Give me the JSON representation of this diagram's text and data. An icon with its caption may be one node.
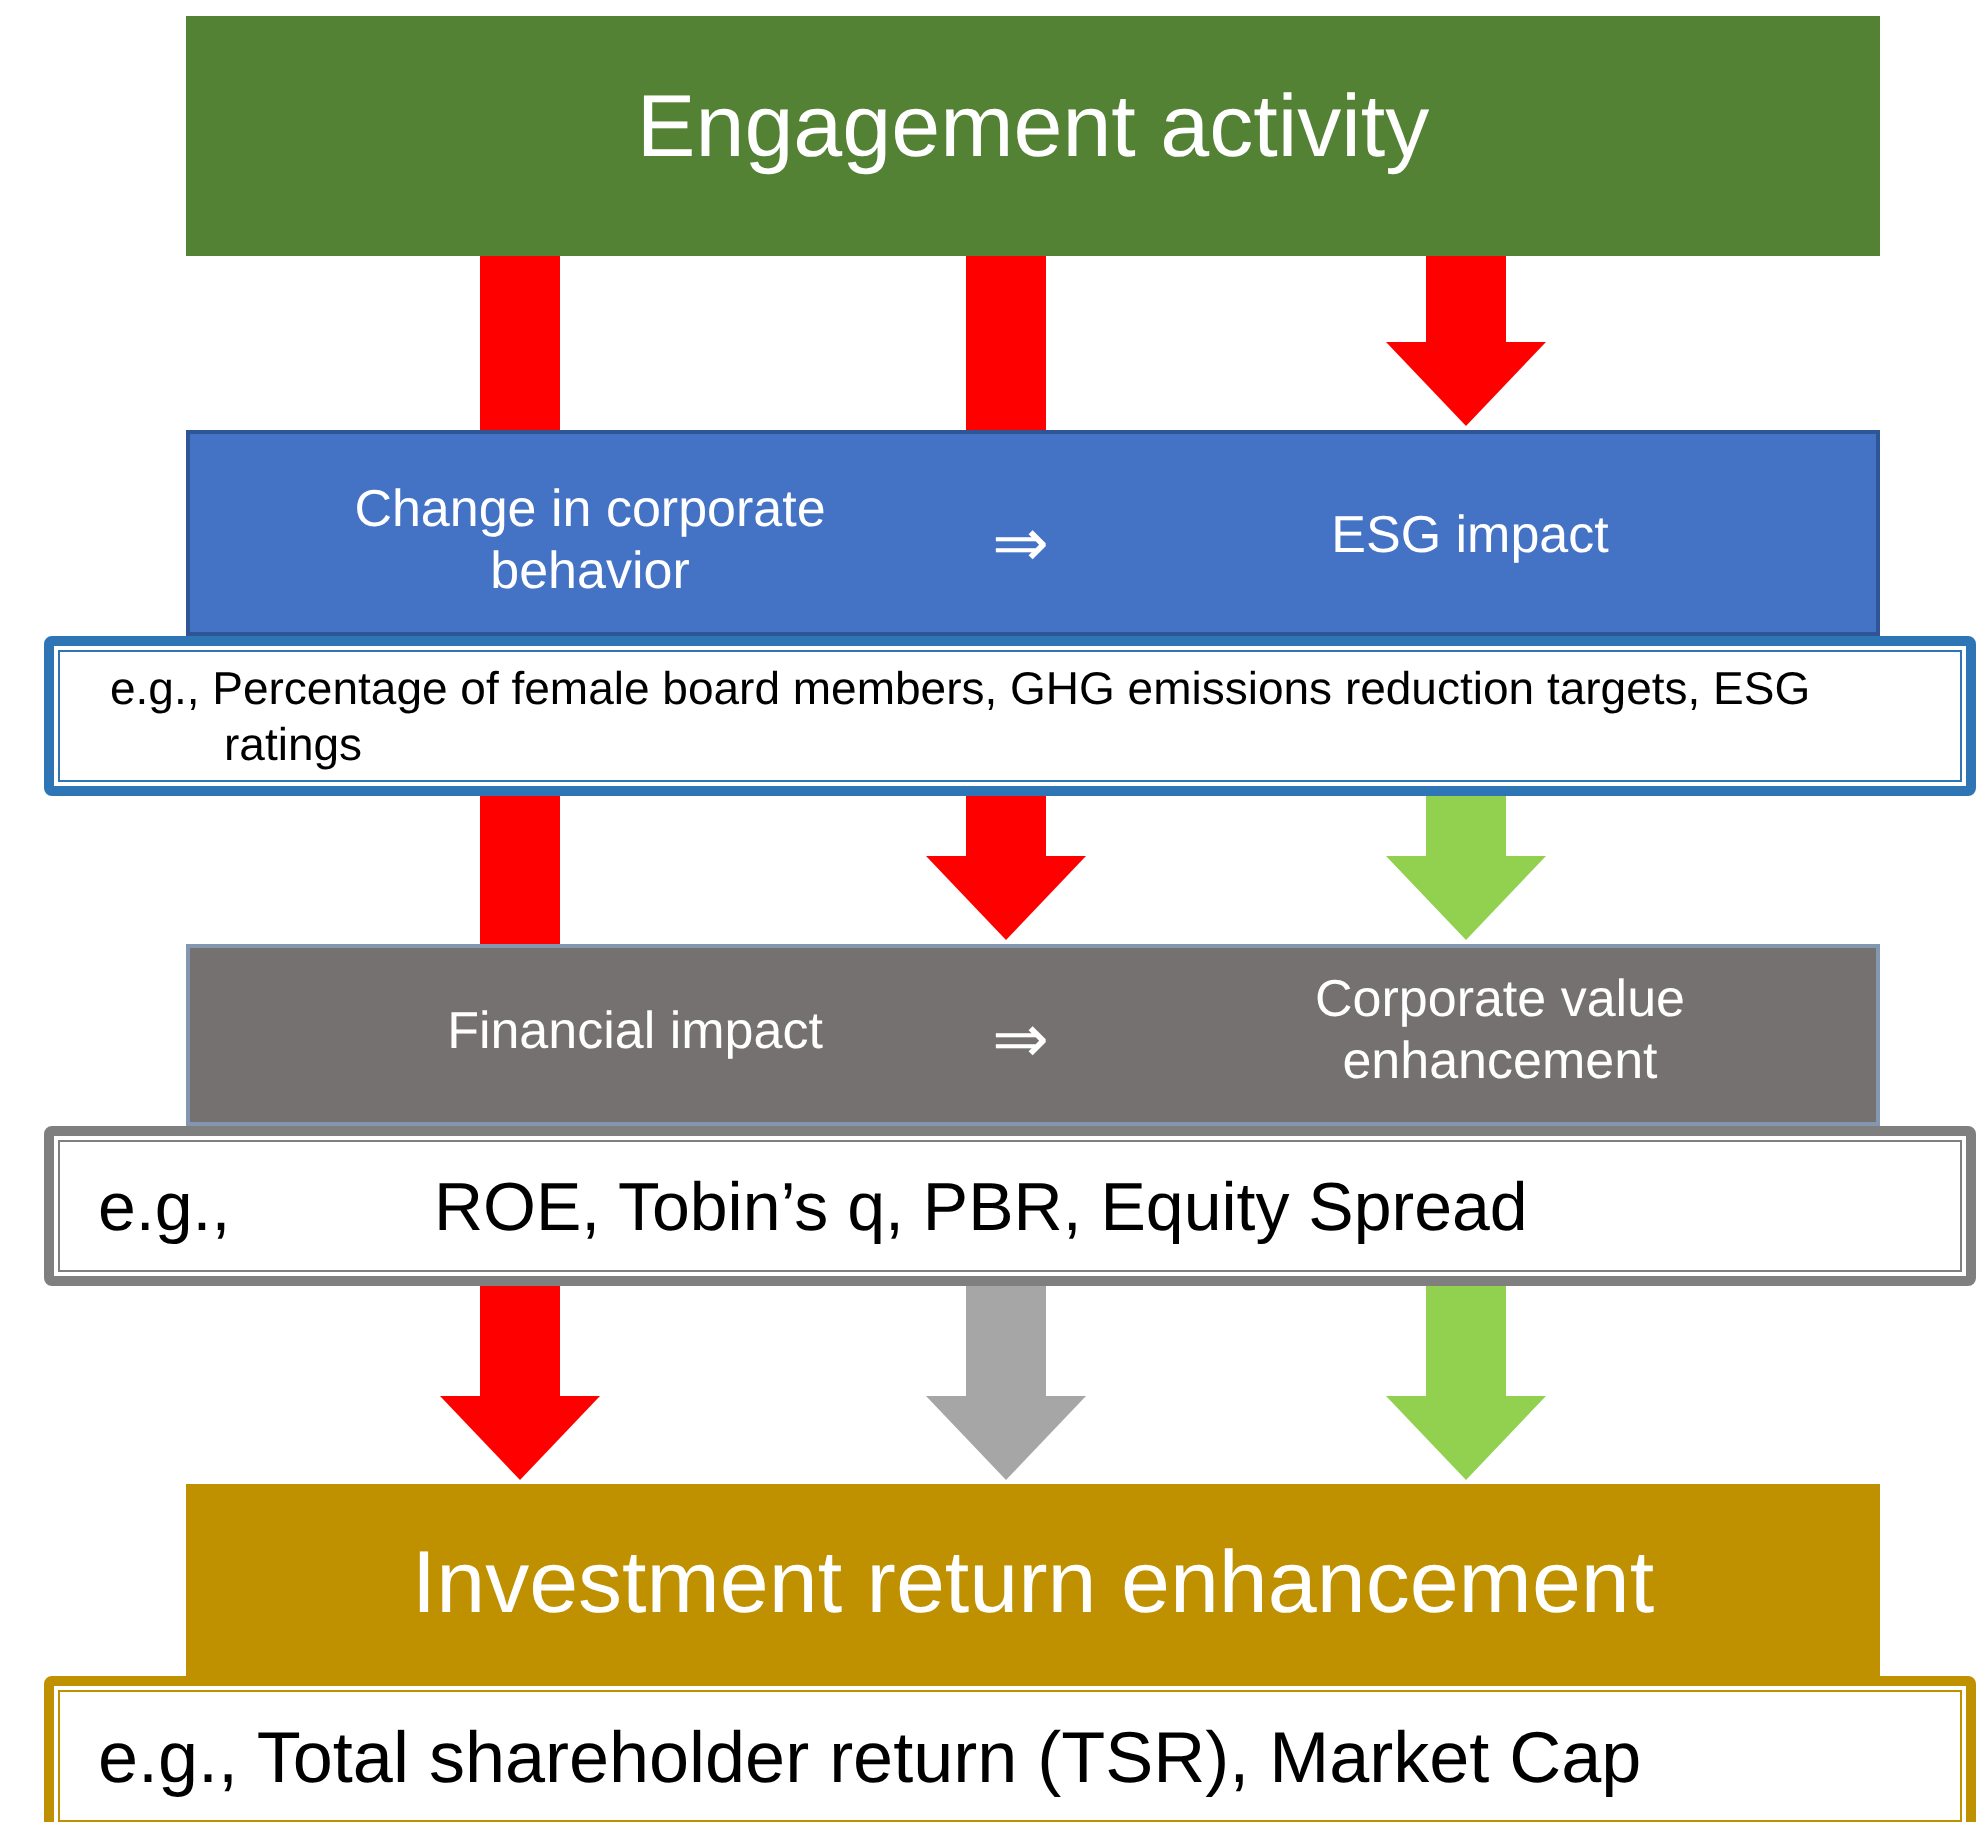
{
  "diagram": {
    "nodes": [
      {
        "text": [
          "Engagement activity"
        ]
      },
      {
        "text": [
          "Change in corporate behavior",
          "⇒",
          "ESG impact"
        ]
      },
      {
        "text": [
          "e.g., Percentage of female board members, GHG emissions reduction targets, ESG ratings"
        ]
      },
      {
        "text": [
          "Financial impact",
          "⇒",
          "Corporate value enhancement"
        ]
      },
      {
        "text": [
          "e.g.,",
          "ROE, Tobin’s q, PBR, Equity Spread"
        ]
      },
      {
        "text": [
          "Investment return enhancement"
        ]
      },
      {
        "text": [
          "e.g., Total shareholder return (TSR), Market Cap"
        ]
      }
    ],
    "edges": [
      {
        "from": 0,
        "to": 1,
        "arrow": "none"
      },
      {
        "from": 0,
        "to": 1,
        "arrow": "none"
      },
      {
        "from": 0,
        "to": 1,
        "arrow": "to"
      },
      {
        "from": 2,
        "to": 3,
        "arrow": "none"
      },
      {
        "from": 2,
        "to": 3,
        "arrow": "to"
      },
      {
        "from": 2,
        "to": 3,
        "arrow": "to",
        "color": "#92d050"
      },
      {
        "from": 4,
        "to": 5,
        "arrow": "to"
      },
      {
        "from": 4,
        "to": 5,
        "arrow": "to",
        "color": "#a6a6a6"
      },
      {
        "from": 4,
        "to": 5,
        "arrow": "to",
        "color": "#92d050"
      }
    ]
  }
}
